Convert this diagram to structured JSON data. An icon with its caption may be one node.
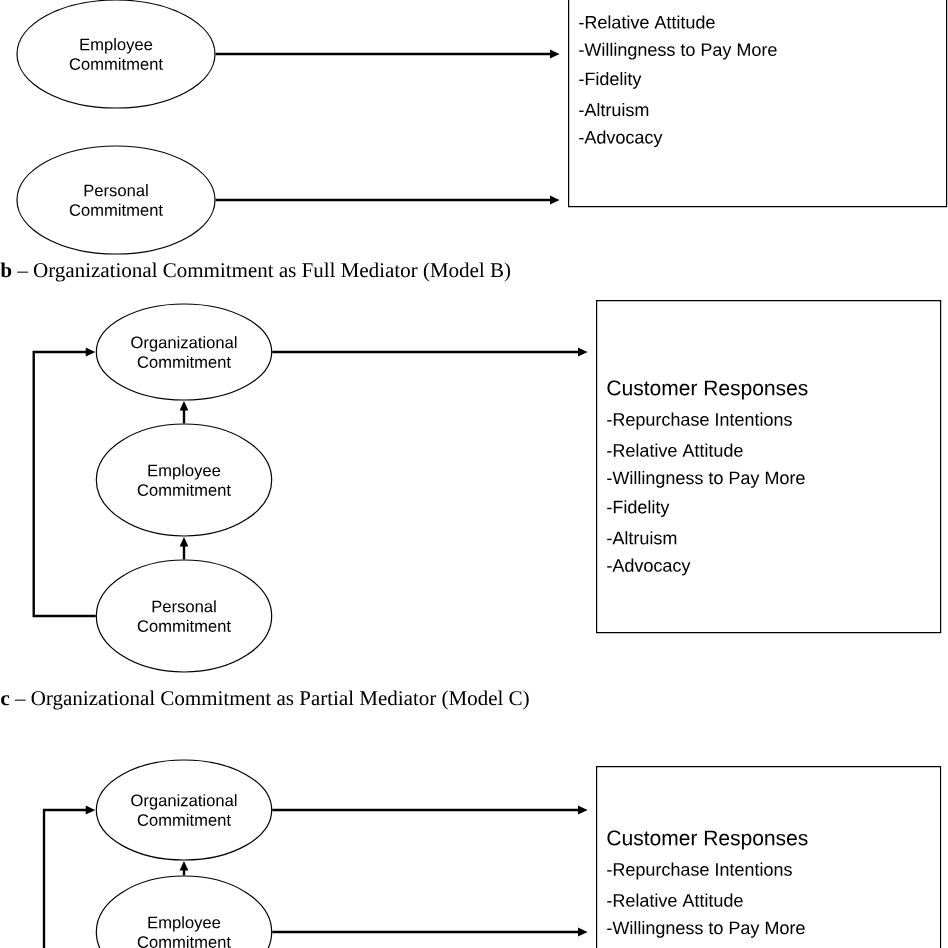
{
  "diagram": {
    "nodes": [
      {
        "text": [
          "Employee Commitment"
        ]
      },
      {
        "text": [
          "Personal Commitment"
        ]
      },
      {
        "text": [
          "-Relative Attitude",
          "-Willingness to Pay More",
          "-Fidelity",
          "-Altruism",
          "-Advocacy"
        ]
      },
      {
        "text": [
          "Organizational Commitment"
        ]
      },
      {
        "text": [
          "Employee Commitment"
        ]
      },
      {
        "text": [
          "Personal Commitment"
        ]
      },
      {
        "text": [
          "Customer Responses",
          "-Repurchase Intentions",
          "-Relative Attitude",
          "-Willingness to Pay More",
          "-Fidelity",
          "-Altruism",
          "-Advocacy"
        ]
      },
      {
        "text": [
          "Organizational Commitment"
        ]
      },
      {
        "text": [
          "Employee Commitment"
        ]
      },
      {
        "text": [
          "Customer Responses",
          "-Repurchase Intentions",
          "-Relative Attitude",
          "-Willingness to Pay More"
        ]
      }
    ],
    "edges": [
      {
        "from": 0,
        "to": 2,
        "arrow": "to"
      },
      {
        "from": 1,
        "to": 2,
        "arrow": "to"
      },
      {
        "from": 3,
        "to": 6,
        "arrow": "to"
      },
      {
        "from": 4,
        "to": 3,
        "arrow": "to"
      },
      {
        "from": 5,
        "to": 4,
        "arrow": "to"
      },
      {
        "from": 5,
        "to": 3,
        "arrow": "to"
      },
      {
        "from": 7,
        "to": 9,
        "arrow": "to"
      },
      {
        "from": 8,
        "to": 9,
        "arrow": "to"
      },
      {
        "from": 8,
        "to": 7,
        "arrow": "to"
      },
      {
        "from": null,
        "to": 7,
        "arrow": "to"
      }
    ],
    "labels": [
      "**b** – Organizational Commitment as Full Mediator (Model B)",
      "**c** – Organizational Commitment as Partial Mediator (Model C)"
    ]
  }
}
